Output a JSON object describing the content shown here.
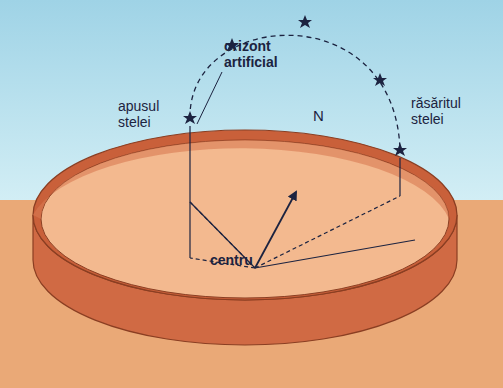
{
  "diagram": {
    "labels": [
      "orizont artificial",
      "apusul stelei",
      "N",
      "răsăritul stelei",
      "centru"
    ]
  }
}
